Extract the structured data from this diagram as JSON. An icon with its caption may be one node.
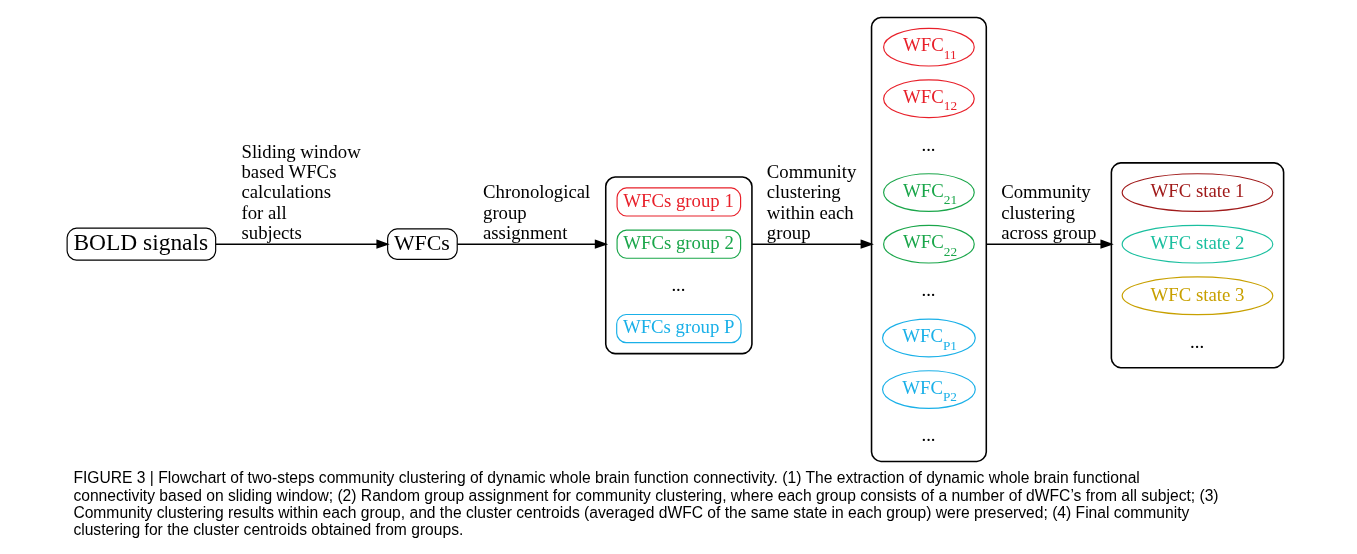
{
  "diagram": {
    "caption": "FIGURE 3 | Flowchart of two-steps community clustering of dynamic whole brain function connectivity. (1) The extraction of dynamic whole brain functional connectivity based on sliding window; (2) Random group assignment for community clustering, where each group consists of a number of dWFC’s from all subject; (3) Community clustering results within each group, and the cluster centroids (averaged dWFC of the same state in each group) were preserved; (4) Final community clustering for the cluster centroids obtained from groups.",
    "nodes": [
      {
        "text": [
          "BOLD signals"
        ]
      },
      {
        "text": [
          "WFCs"
        ]
      },
      {
        "text": [],
        "shape": "box"
      },
      {
        "text": [
          "WFCs group 1"
        ],
        "in": 2
      },
      {
        "text": [
          "WFCs group 2"
        ],
        "in": 2
      },
      {
        "text": [
          "WFCs group P"
        ],
        "in": 2
      },
      {
        "text": [],
        "shape": "box"
      },
      {
        "text": [
          "WFC$_{11}$"
        ],
        "in": 6
      },
      {
        "text": [
          "WFC$_{12}$"
        ],
        "in": 6
      },
      {
        "text": [
          "WFC$_{21}$"
        ],
        "in": 6
      },
      {
        "text": [
          "WFC$_{22}$"
        ],
        "in": 6
      },
      {
        "text": [
          "WFC$_{P1}$"
        ],
        "in": 6
      },
      {
        "text": [
          "WFC$_{P2}$"
        ],
        "in": 6
      },
      {
        "text": [],
        "shape": "box"
      },
      {
        "text": [
          "WFC state 1"
        ],
        "in": 13
      },
      {
        "text": [
          "WFC state 2"
        ],
        "in": 13
      },
      {
        "text": [
          "WFC state 3"
        ],
        "in": 13
      }
    ],
    "edges": [
      {
        "from": 0,
        "to": 1,
        "arrow": "to",
        "label": "Sliding window based WFCs calculations for all subjects"
      },
      {
        "from": 1,
        "to": 2,
        "arrow": "to",
        "label": "Chronological group assignment"
      },
      {
        "from": 2,
        "to": 6,
        "arrow": "to",
        "label": "Community clustering within each group"
      },
      {
        "from": 6,
        "to": 13,
        "arrow": "to",
        "label": "Community clustering across group"
      }
    ],
    "labels": [
      "...",
      "...",
      "...",
      "...",
      "..."
    ]
  }
}
